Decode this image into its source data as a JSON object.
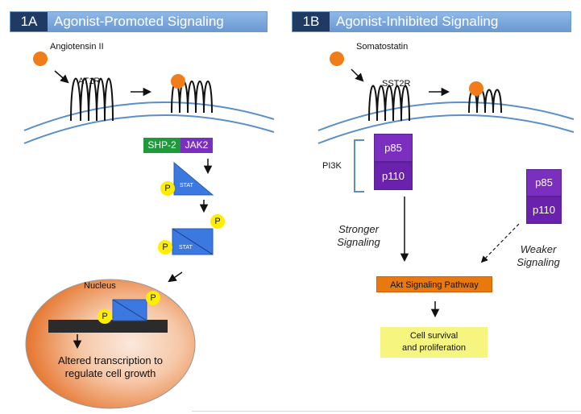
{
  "panelA": {
    "num": "1A",
    "title": "Agonist-Promoted Signaling",
    "ligand": "Angiotensin II",
    "receptor": "AT1R",
    "shp2": "SHP-2",
    "jak2": "JAK2",
    "stat": "STAT",
    "p": "P",
    "nucleus": "Nucleus",
    "outcome_line1": "Altered transcription to",
    "outcome_line2": "regulate cell growth"
  },
  "panelB": {
    "num": "1B",
    "title": "Agonist-Inhibited Signaling",
    "ligand": "Somatostatin",
    "receptor": "SST2R",
    "pi3k": "PI3K",
    "p85": "p85",
    "p110": "p110",
    "stronger_line1": "Stronger",
    "stronger_line2": "Signaling",
    "weaker_line1": "Weaker",
    "weaker_line2": "Signaling",
    "akt": "Akt Signaling Pathway",
    "survival_line1": "Cell survival",
    "survival_line2": "and proliferation"
  },
  "colors": {
    "header_bg": "#7aa6dc",
    "header_num_bg": "#1f3b63",
    "ligand": "#f07d1a",
    "membrane": "#5b8fc9",
    "shp2": "#1f9a3a",
    "jak2": "#7b2fbf",
    "stat": "#3b78e0",
    "p_dot": "#ffee00",
    "pi3k_purple": "#7b2fbf",
    "akt": "#e8790f",
    "survival": "#f5f580",
    "nucleus_center": "#fbe6d8",
    "nucleus_edge": "#e8742a",
    "dna": "#2b2b2b"
  }
}
